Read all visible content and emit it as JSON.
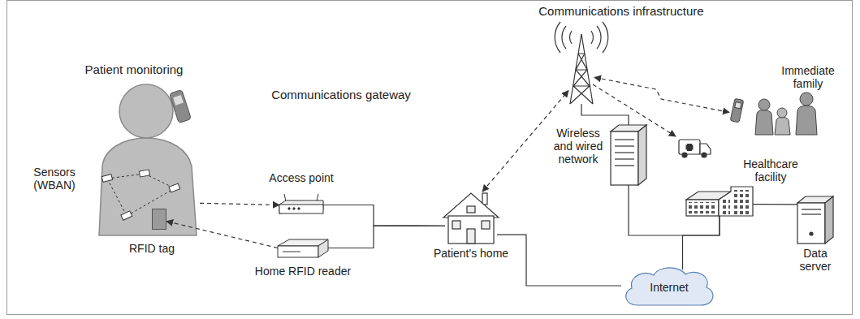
{
  "diagram": {
    "nodes": [
      {
        "text": [
          "Sensors (WBAN)"
        ]
      },
      {
        "text": [
          "RFID tag"
        ],
        "in": 0
      },
      {
        "text": [
          "Access point"
        ]
      },
      {
        "text": [
          "Home RFID reader"
        ]
      },
      {
        "text": [
          "Patient's home"
        ]
      },
      {
        "text": [
          "Communications infrastructure"
        ]
      },
      {
        "text": [
          "Immediate family"
        ]
      },
      {
        "text": [
          "Wireless and wired network"
        ]
      },
      {
        "text": [
          "Healthcare facility"
        ]
      },
      {
        "text": [
          "Data server"
        ]
      },
      {
        "text": [
          "Internet"
        ]
      }
    ],
    "edges": [
      {
        "from": 0,
        "to": 2,
        "arrow": "to"
      },
      {
        "from": 3,
        "to": 1,
        "arrow": "to"
      },
      {
        "from": 2,
        "to": 4,
        "arrow": "none"
      },
      {
        "from": 3,
        "to": 4,
        "arrow": "none"
      },
      {
        "from": 4,
        "to": 5,
        "arrow": "both"
      },
      {
        "from": 5,
        "to": 6,
        "arrow": "both"
      },
      {
        "from": 5,
        "to": 7,
        "arrow": "none"
      },
      {
        "from": 4,
        "to": 10,
        "arrow": "none"
      },
      {
        "from": 7,
        "to": 8,
        "arrow": "none"
      },
      {
        "from": 10,
        "to": 8,
        "arrow": "none"
      },
      {
        "from": 8,
        "to": 9,
        "arrow": "none"
      }
    ],
    "labels": [
      "Patient monitoring",
      "Communications gateway"
    ]
  }
}
